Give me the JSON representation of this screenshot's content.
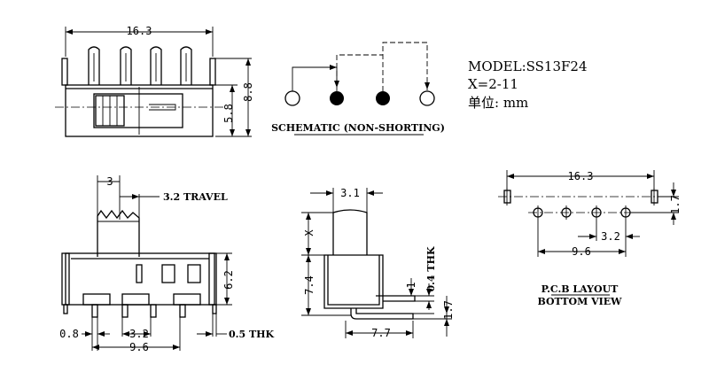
{
  "model": {
    "model_line": "MODEL:SS13F24",
    "x_line": "X=2-11",
    "unit_line": "单位: mm"
  },
  "schematic": {
    "caption": "SCHEMATIC (NON-SHORTING)"
  },
  "front_view": {
    "width": "16.3",
    "body_height": "5.8",
    "total_height": "8.8"
  },
  "side_view": {
    "actuator_width": "3",
    "travel": "3.2 TRAVEL",
    "body_height": "6.2",
    "pin_width": "0.8",
    "pitch": "3.2",
    "span": "9.6",
    "thickness": "0.5 THK"
  },
  "end_view": {
    "actuator_width": "3.1",
    "x_label": "X",
    "body_height": "7.4",
    "tab_1": "1",
    "tab_thk": "0.4 THK",
    "pin_len": "1.7",
    "depth": "7.7"
  },
  "pcb": {
    "width": "16.3",
    "offset": "1.7",
    "pitch": "3.2",
    "span": "9.6",
    "caption_1": "P.C.B LAYOUT",
    "caption_2": "BOTTOM VIEW"
  }
}
